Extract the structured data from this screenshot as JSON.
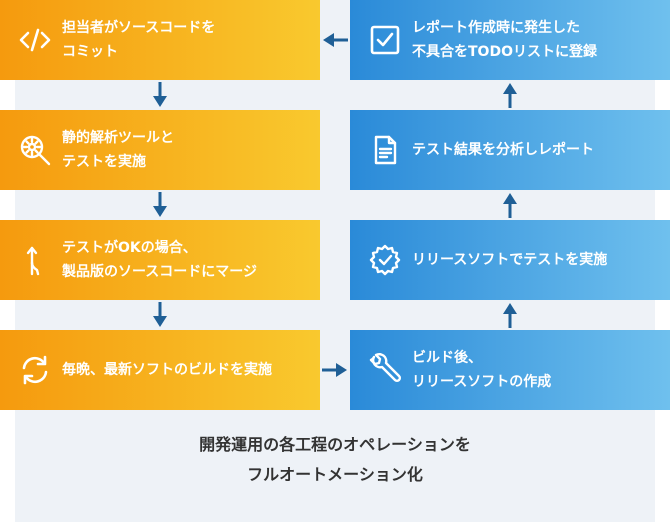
{
  "steps": {
    "commit": "担当者がソースコードを\nコミット",
    "static_analysis": "静的解析ツールと\nテストを実施",
    "merge": "テストがOKの場合、\n製品版のソースコードにマージ",
    "nightly_build": "毎晩、最新ソフトのビルドを実施",
    "release_build": "ビルド後、\nリリースソフトの作成",
    "release_test": "リリースソフトでテストを実施",
    "analyze_report": "テスト結果を分析しレポート",
    "register_todo": "レポート作成時に発生した\n不具合をTODOリストに登録"
  },
  "caption": "開発運用の各工程のオペレーションを\nフルオートメーション化",
  "icons": [
    "code-icon",
    "analysis-icon",
    "merge-icon",
    "cycle-icon",
    "wrench-icon",
    "gear-check-icon",
    "document-icon",
    "checkbox-icon"
  ],
  "colors": {
    "orange_start": "#f59a0e",
    "orange_end": "#f9c92e",
    "blue_start": "#2a8ad8",
    "blue_end": "#6fc0ee",
    "arrow": "#1f5f96"
  }
}
